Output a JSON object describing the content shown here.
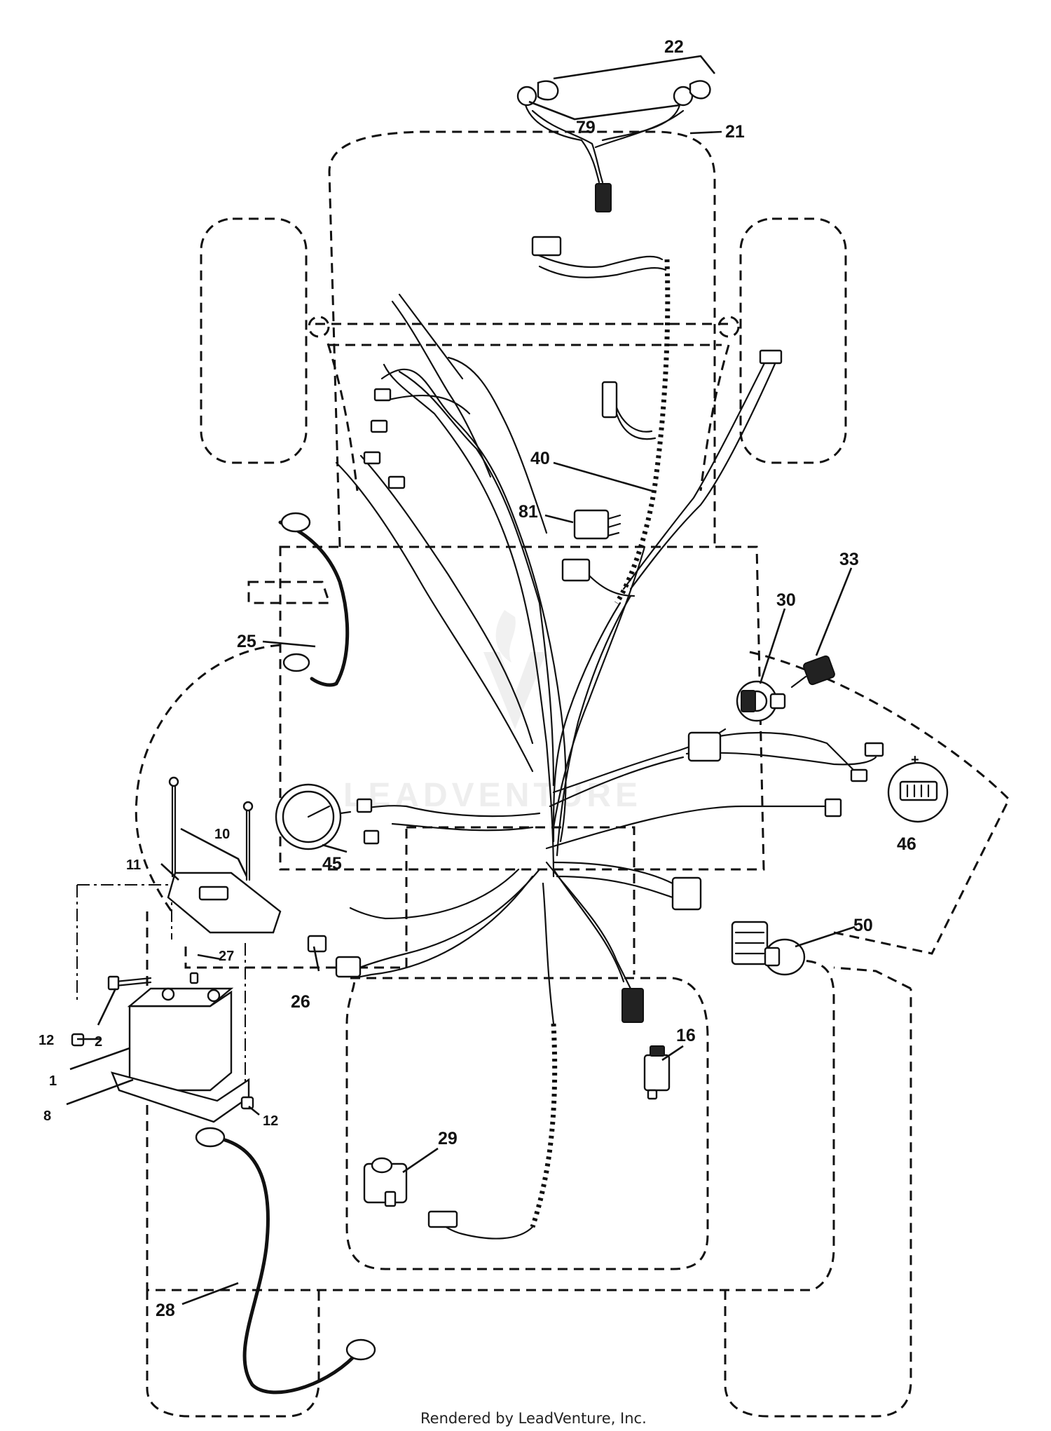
{
  "callouts": {
    "c22": "22",
    "c79": "79",
    "c21": "21",
    "c40": "40",
    "c81": "81",
    "c33": "33",
    "c30": "30",
    "c25": "25",
    "c10": "10",
    "c11": "11",
    "c45": "45",
    "c46": "46",
    "c27": "27",
    "c50": "50",
    "c26": "26",
    "c16": "16",
    "c12a": "12",
    "c2": "2",
    "c1": "1",
    "c8": "8",
    "c12b": "12",
    "c29": "29",
    "c28": "28"
  },
  "watermark": "LEADVENTURE",
  "footer": "Rendered by LeadVenture, Inc.",
  "colors": {
    "ink": "#111111",
    "background": "#ffffff"
  }
}
